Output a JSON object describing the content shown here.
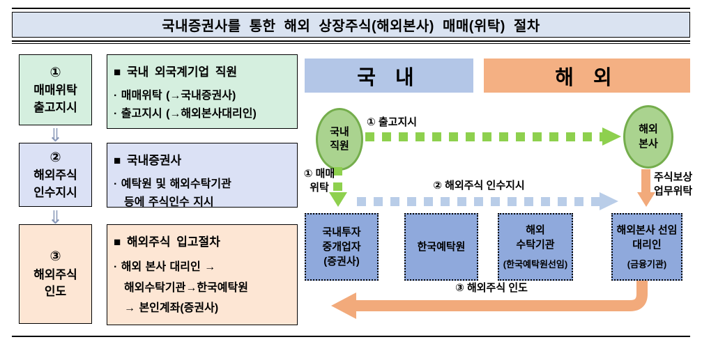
{
  "title": "국내증권사를 통한 해외 상장주식(해외본사) 매매(위탁) 절차",
  "down_arrow": "⇓",
  "left_steps": [
    {
      "num": "①",
      "line1": "매매위탁",
      "line2": "출고지시"
    },
    {
      "num": "②",
      "line1": "해외주식",
      "line2": "인수지시"
    },
    {
      "num": "③",
      "line1": "해외주식",
      "line2": "인도"
    }
  ],
  "detail_boxes": [
    {
      "heading": "■ 국내 외국계기업 직원",
      "b1": "· 매매위탁 (→국내증권사)",
      "b2": "· 출고지시 (→해외본사대리인)"
    },
    {
      "heading": "■ 국내증권사",
      "b1": "· 예탁원 및 해외수탁기관",
      "b2": "등에 주식인수 지시"
    },
    {
      "heading": "■ 해외주식 입고절차",
      "b1": "· 해외 본사 대리인 →",
      "b2": "해외수탁기관→한국예탁원",
      "b3": "→ 본인계좌(증권사)"
    }
  ],
  "diagram": {
    "region_domestic": "국 내",
    "region_overseas": "해 외",
    "employee": {
      "line1": "국내",
      "line2": "직원"
    },
    "hq": {
      "line1": "해외",
      "line2": "본사"
    },
    "flow_release": "① 출고지시",
    "flow_consign_1": "① 매매",
    "flow_consign_2": "위탁",
    "flow_delegate_1": "주식보상",
    "flow_delegate_2": "업무위탁",
    "flow_acquire": "② 해외주식 인수지시",
    "flow_deliver": "③ 해외주식 인도",
    "entities": [
      {
        "line1": "국내투자",
        "line2": "중개업자",
        "line3": "(증권사)"
      },
      {
        "line1": "한국예탁원"
      },
      {
        "line1": "해외",
        "line2": "수탁기관",
        "sub": "(한국예탁원선임)"
      },
      {
        "line1": "해외본사 선임",
        "line2": "대리인",
        "sub": "(금융기관)"
      }
    ]
  },
  "colors": {
    "title_bg": "#dae3f1",
    "mint": "#d5efdf",
    "lavender": "#dbe1f5",
    "peach": "#fde6d4",
    "badge_blue": "#b3c6e7",
    "badge_orange": "#f4b083",
    "circle_fill": "#aad38f",
    "circle_border": "#74ad4c",
    "entity_blue": "#8fa9dc",
    "arrow_green": "#8ed04e",
    "arrow_blue": "#b9cde8",
    "arrow_orange": "#f2aa7b"
  }
}
